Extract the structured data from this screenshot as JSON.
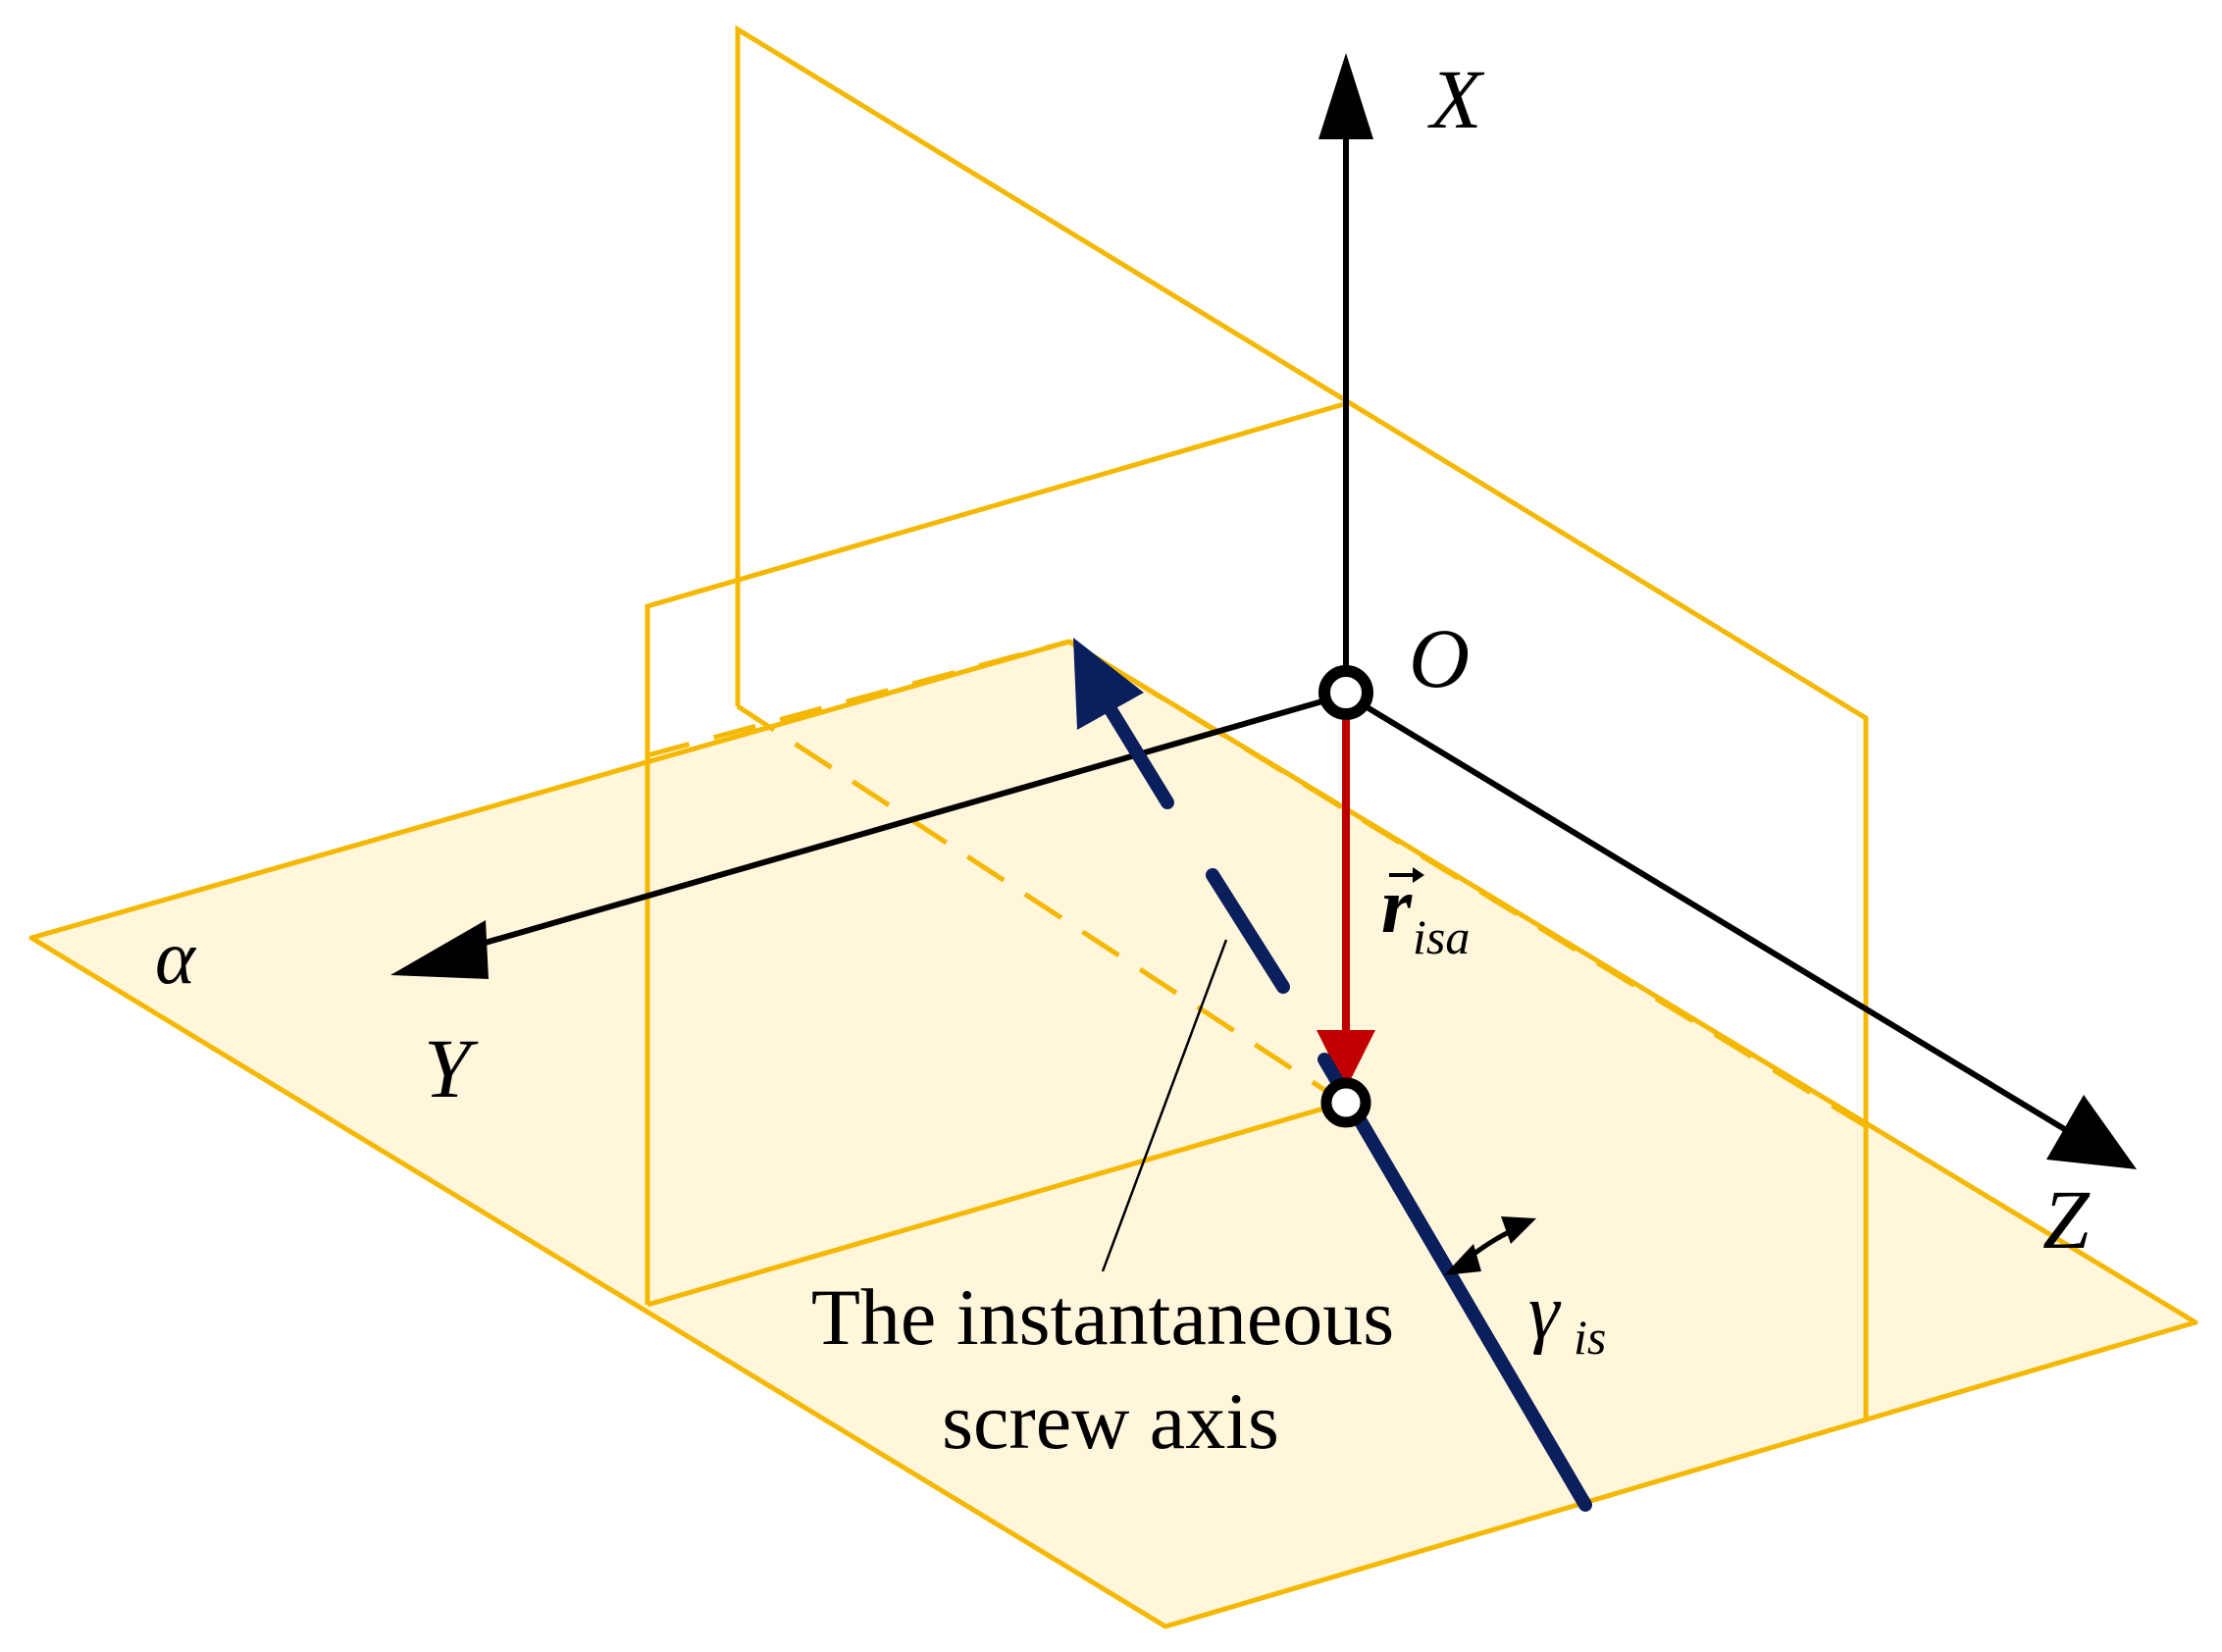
{
  "labels": {
    "x_axis": "X",
    "y_axis": "Y",
    "z_axis": "Z",
    "origin": "O",
    "plane": "α",
    "vector_main": "r",
    "vector_sub": "isa",
    "angle_main": "γ",
    "angle_sub": "is",
    "caption_line1": "The instantaneous",
    "caption_line2": "screw axis"
  },
  "colors": {
    "plane_edge": "#F5B800",
    "plane_fill": "#FFF6DC",
    "axis": "#000000",
    "vector": "#C00000",
    "screw_axis": "#0A1F5C"
  }
}
